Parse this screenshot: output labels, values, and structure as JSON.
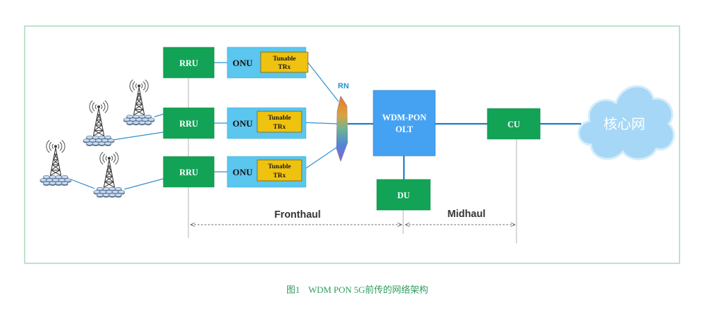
{
  "figure": {
    "units": [
      {
        "rru": "RRU",
        "onu": "ONU",
        "trx_line1": "Tunable",
        "trx_line2": "TRx"
      },
      {
        "rru": "RRU",
        "onu": "ONU",
        "trx_line1": "Tunable",
        "trx_line2": "TRx"
      },
      {
        "rru": "RRU",
        "onu": "ONU",
        "trx_line1": "Tunable",
        "trx_line2": "TRx"
      }
    ],
    "rn": "RN",
    "olt": {
      "line1": "WDM-PON",
      "line2": "OLT"
    },
    "du": "DU",
    "cu": "CU",
    "core_network": "核心网",
    "spans": {
      "fronthaul": "Fronthaul",
      "midhaul": "Midhaul"
    }
  },
  "caption": {
    "label": "图1",
    "title": "WDM PON 5G前传的网络架构"
  },
  "icons": {
    "base_station": "cell-tower-icon",
    "core_network": "cloud-icon",
    "remote_node": "wdm-prism-icon"
  },
  "colors": {
    "green_node_fill": "#13a356",
    "onu_fill": "#5bc6ee",
    "trx_fill": "#efc20f",
    "olt_fill": "#45a2f3",
    "cloud_fill": "#a6d7f6",
    "link": "#2f8fd2",
    "frame": "#a8d7ba",
    "caption": "#2e9c5e",
    "rn_label": "#1e90d8"
  }
}
